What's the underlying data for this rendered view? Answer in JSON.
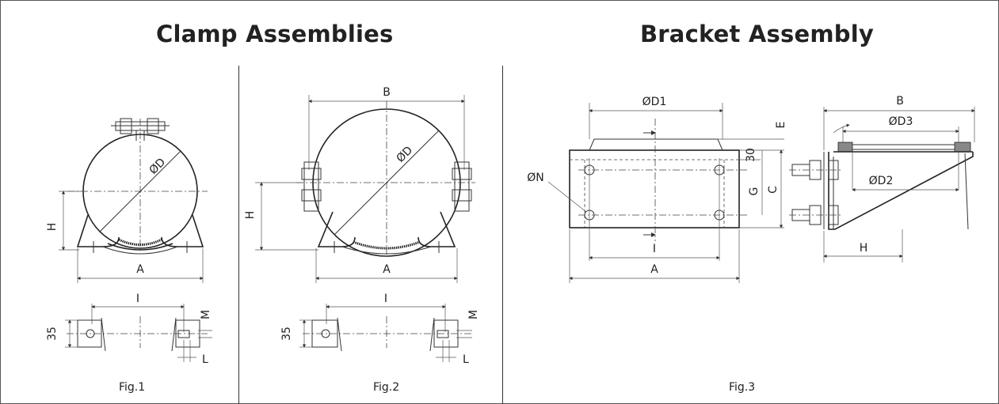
{
  "headings": {
    "clamp": "Clamp Assemblies",
    "bracket": "Bracket Assembly"
  },
  "captions": {
    "fig1": "Fig.1",
    "fig2": "Fig.2",
    "fig3": "Fig.3"
  },
  "fig1": {
    "dim_d": "ØD",
    "dim_h": "H",
    "dim_a": "A",
    "dim_i": "I",
    "dim_35": "35",
    "dim_m": "M",
    "dim_l": "L"
  },
  "fig2": {
    "dim_b": "B",
    "dim_d": "ØD",
    "dim_h": "H",
    "dim_a": "A",
    "dim_i": "I",
    "dim_35": "35",
    "dim_m": "M",
    "dim_l": "L"
  },
  "fig3": {
    "dim_d1": "ØD1",
    "dim_e": "E",
    "dim_30": "30",
    "dim_n": "ØN",
    "dim_g": "G",
    "dim_c": "C",
    "dim_i": "I",
    "dim_a": "A",
    "dim_b": "B",
    "dim_d3": "ØD3",
    "dim_d2": "ØD2",
    "dim_h": "H"
  }
}
